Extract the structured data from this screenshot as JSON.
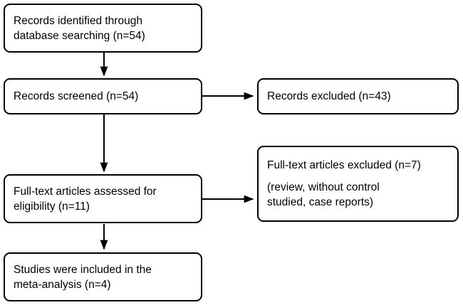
{
  "diagram": {
    "type": "prisma-flow-diagram",
    "colors": {
      "stroke": "#000000",
      "background": "#ffffff",
      "text": "#000000"
    },
    "boxes": [
      {
        "id": "records-identified",
        "lines": [
          "Records identified through",
          "database searching (n=54)"
        ],
        "count": 54
      },
      {
        "id": "records-screened",
        "lines": [
          "Records screened (n=54)"
        ],
        "count": 54
      },
      {
        "id": "records-excluded",
        "lines": [
          "Records excluded (n=43)"
        ],
        "count": 43
      },
      {
        "id": "fulltext-assessed",
        "lines": [
          "Full-text articles assessed for",
          "eligibility (n=11)"
        ],
        "count": 11
      },
      {
        "id": "fulltext-excluded",
        "lines": [
          "Full-text articles excluded (n=7)",
          "",
          "(review, without control",
          "studied, case reports)"
        ],
        "count": 7
      },
      {
        "id": "studies-included",
        "lines": [
          "Studies were included in the",
          "meta-analysis (n=4)"
        ],
        "count": 4
      }
    ],
    "connectors": [
      {
        "id": "identified-to-screened",
        "direction": "down"
      },
      {
        "id": "screened-to-excluded",
        "direction": "right"
      },
      {
        "id": "screened-to-assessed",
        "direction": "down"
      },
      {
        "id": "assessed-to-fulltext-excluded",
        "direction": "right"
      },
      {
        "id": "assessed-to-included",
        "direction": "down"
      }
    ]
  }
}
